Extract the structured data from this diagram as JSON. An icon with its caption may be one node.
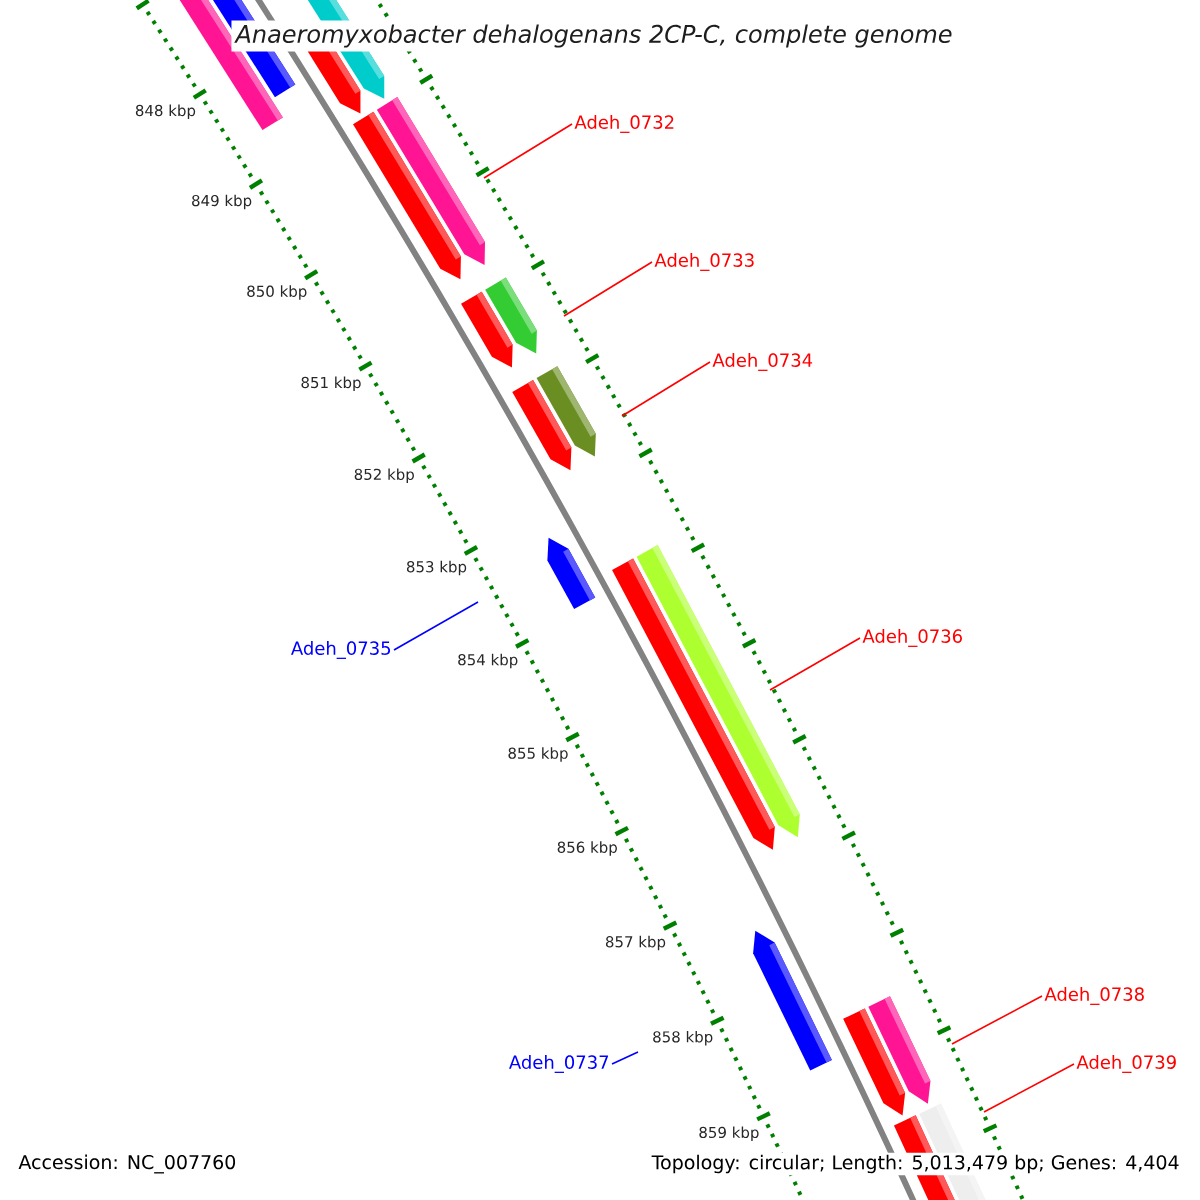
{
  "diagram": {
    "title": "Anaeromyxobacter dehalogenans 2CP-C, complete genome",
    "nodes": [
      {
        "text": [
          "Adeh_0732"
        ]
      },
      {
        "text": [
          "Adeh_0733"
        ]
      },
      {
        "text": [
          "Adeh_0734"
        ]
      },
      {
        "text": [
          "Adeh_0735"
        ]
      },
      {
        "text": [
          "Adeh_0736"
        ]
      },
      {
        "text": [
          "Adeh_0737"
        ]
      },
      {
        "text": [
          "Adeh_0738"
        ]
      },
      {
        "text": [
          "Adeh_0739"
        ]
      }
    ],
    "edges": [
      {
        "from": 0,
        "to": null,
        "arrow": "none"
      },
      {
        "from": 1,
        "to": null,
        "arrow": "none"
      },
      {
        "from": 2,
        "to": null,
        "arrow": "none"
      },
      {
        "from": 3,
        "to": null,
        "arrow": "none",
        "color": "#0000ff"
      },
      {
        "from": 4,
        "to": null,
        "arrow": "none"
      },
      {
        "from": 5,
        "to": null,
        "arrow": "none",
        "color": "#0000ff"
      },
      {
        "from": 6,
        "to": null,
        "arrow": "none"
      },
      {
        "from": 7,
        "to": null,
        "arrow": "none"
      }
    ],
    "labels": [
      "848 kbp",
      "849 kbp",
      "850 kbp",
      "851 kbp",
      "852 kbp",
      "853 kbp",
      "854 kbp",
      "855 kbp",
      "856 kbp",
      "857 kbp",
      "858 kbp",
      "859 kbp",
      "Accession: NC_007760",
      "Topology: circular; Length: 5,013,479 bp; Genes: 4,404"
    ]
  }
}
